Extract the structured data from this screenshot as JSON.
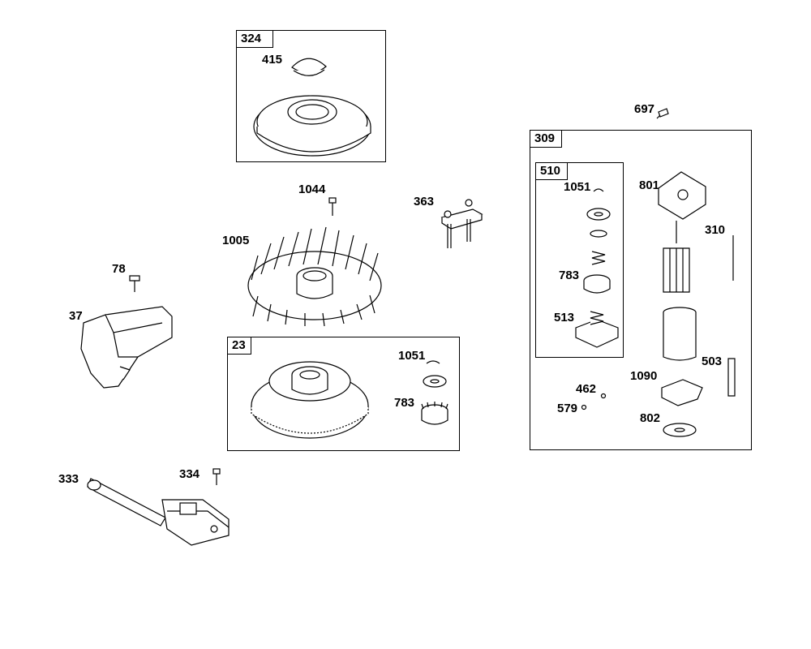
{
  "diagram": {
    "groups": [
      {
        "id": "g324",
        "label": "324",
        "contains": [
          "415"
        ]
      },
      {
        "id": "g23",
        "label": "23",
        "contains": [
          "1051",
          "783"
        ]
      },
      {
        "id": "g309",
        "label": "309",
        "contains": [
          "510",
          "801",
          "310",
          "503",
          "462",
          "579",
          "1090",
          "802"
        ]
      },
      {
        "id": "g510",
        "label": "510",
        "contains": [
          "1051",
          "783",
          "513"
        ]
      }
    ],
    "parts": [
      {
        "id": "p415",
        "label": "415",
        "name": "cap"
      },
      {
        "id": "p1044",
        "label": "1044",
        "name": "screw"
      },
      {
        "id": "p363",
        "label": "363",
        "name": "bracket-with-studs"
      },
      {
        "id": "p1005",
        "label": "1005",
        "name": "fan"
      },
      {
        "id": "p78",
        "label": "78",
        "name": "screw"
      },
      {
        "id": "p37",
        "label": "37",
        "name": "shield"
      },
      {
        "id": "p1051a",
        "label": "1051",
        "name": "clip"
      },
      {
        "id": "p783a",
        "label": "783",
        "name": "pinion-gear"
      },
      {
        "id": "p333",
        "label": "333",
        "name": "ignition-armature"
      },
      {
        "id": "p334",
        "label": "334",
        "name": "screw"
      },
      {
        "id": "p697",
        "label": "697",
        "name": "screw"
      },
      {
        "id": "p1051b",
        "label": "1051",
        "name": "clip"
      },
      {
        "id": "p783b",
        "label": "783",
        "name": "pinion-gear"
      },
      {
        "id": "p513",
        "label": "513",
        "name": "drive-housing"
      },
      {
        "id": "p801",
        "label": "801",
        "name": "end-cap"
      },
      {
        "id": "p310",
        "label": "310",
        "name": "through-bolt"
      },
      {
        "id": "p503",
        "label": "503",
        "name": "bracket"
      },
      {
        "id": "p462",
        "label": "462",
        "name": "nut"
      },
      {
        "id": "p579",
        "label": "579",
        "name": "washer"
      },
      {
        "id": "p1090",
        "label": "1090",
        "name": "brush-holder"
      },
      {
        "id": "p802",
        "label": "802",
        "name": "washer"
      }
    ]
  }
}
